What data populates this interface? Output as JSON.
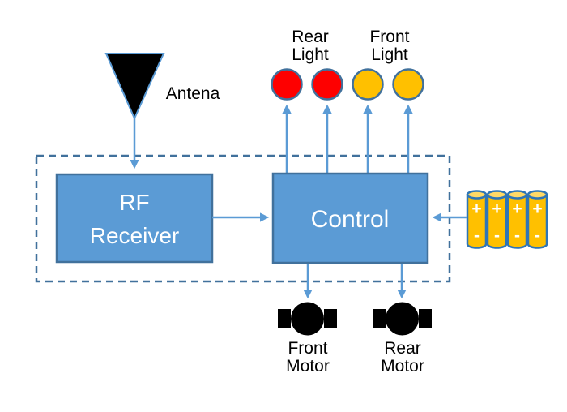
{
  "diagram": {
    "antenna_label": "Antena",
    "rf_receiver": {
      "line1": "RF",
      "line2": "Receiver"
    },
    "control_label": "Control",
    "rear_light": {
      "line1": "Rear",
      "line2": "Light"
    },
    "front_light": {
      "line1": "Front",
      "line2": "Light"
    },
    "front_motor": {
      "line1": "Front",
      "line2": "Motor"
    },
    "rear_motor": {
      "line1": "Rear",
      "line2": "Motor"
    },
    "battery": {
      "cell_count": 4,
      "plus": "+",
      "minus": "-"
    }
  },
  "colors": {
    "box_fill": "#5B9BD5",
    "box_border": "#41719C",
    "arrow_blue": "#5B9BD5",
    "dashed_border": "#41719C",
    "light_red": "#FE0000",
    "light_amber": "#FFC000",
    "battery_fill": "#FFC000",
    "battery_top": "#FFD966",
    "battery_border": "#2E75B6",
    "shape_black": "#000000",
    "label_text": "#000000",
    "box_text": "#FFFFFF",
    "background": "#FFFFFF"
  }
}
